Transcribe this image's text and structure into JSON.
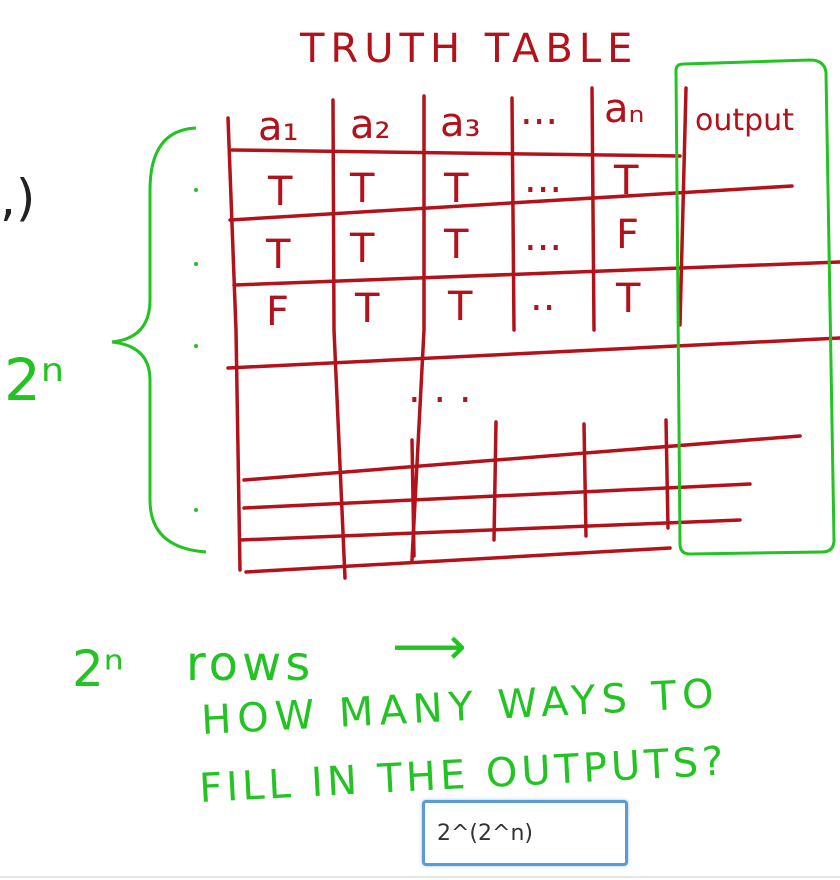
{
  "colors": {
    "ink_red": "#b3121b",
    "ink_green": "#22c322",
    "ink_dark": "#222222",
    "input_border": "#5b9bd5"
  },
  "whiteboard": {
    "title": "TRUTH TABLE",
    "headers": [
      "a₁",
      "a₂",
      "a₃",
      "...",
      "aₙ",
      "output"
    ],
    "rows": [
      [
        "T",
        "T",
        "T",
        "...",
        "T"
      ],
      [
        "T",
        "T",
        "T",
        "...",
        "F"
      ],
      [
        "F",
        "T",
        "T",
        "..",
        "T"
      ]
    ],
    "ellipsis": ". . .",
    "left_fragment": ",)",
    "brace_label": "2ⁿ",
    "note_prefix": "2ⁿ",
    "note_rows": "rows",
    "note_arrow": "⟶",
    "note_line1": "HOW MANY WAYS TO",
    "note_line2": "FILL IN THE OUTPUTS?"
  },
  "answer": {
    "value": "2^(2^n)"
  }
}
